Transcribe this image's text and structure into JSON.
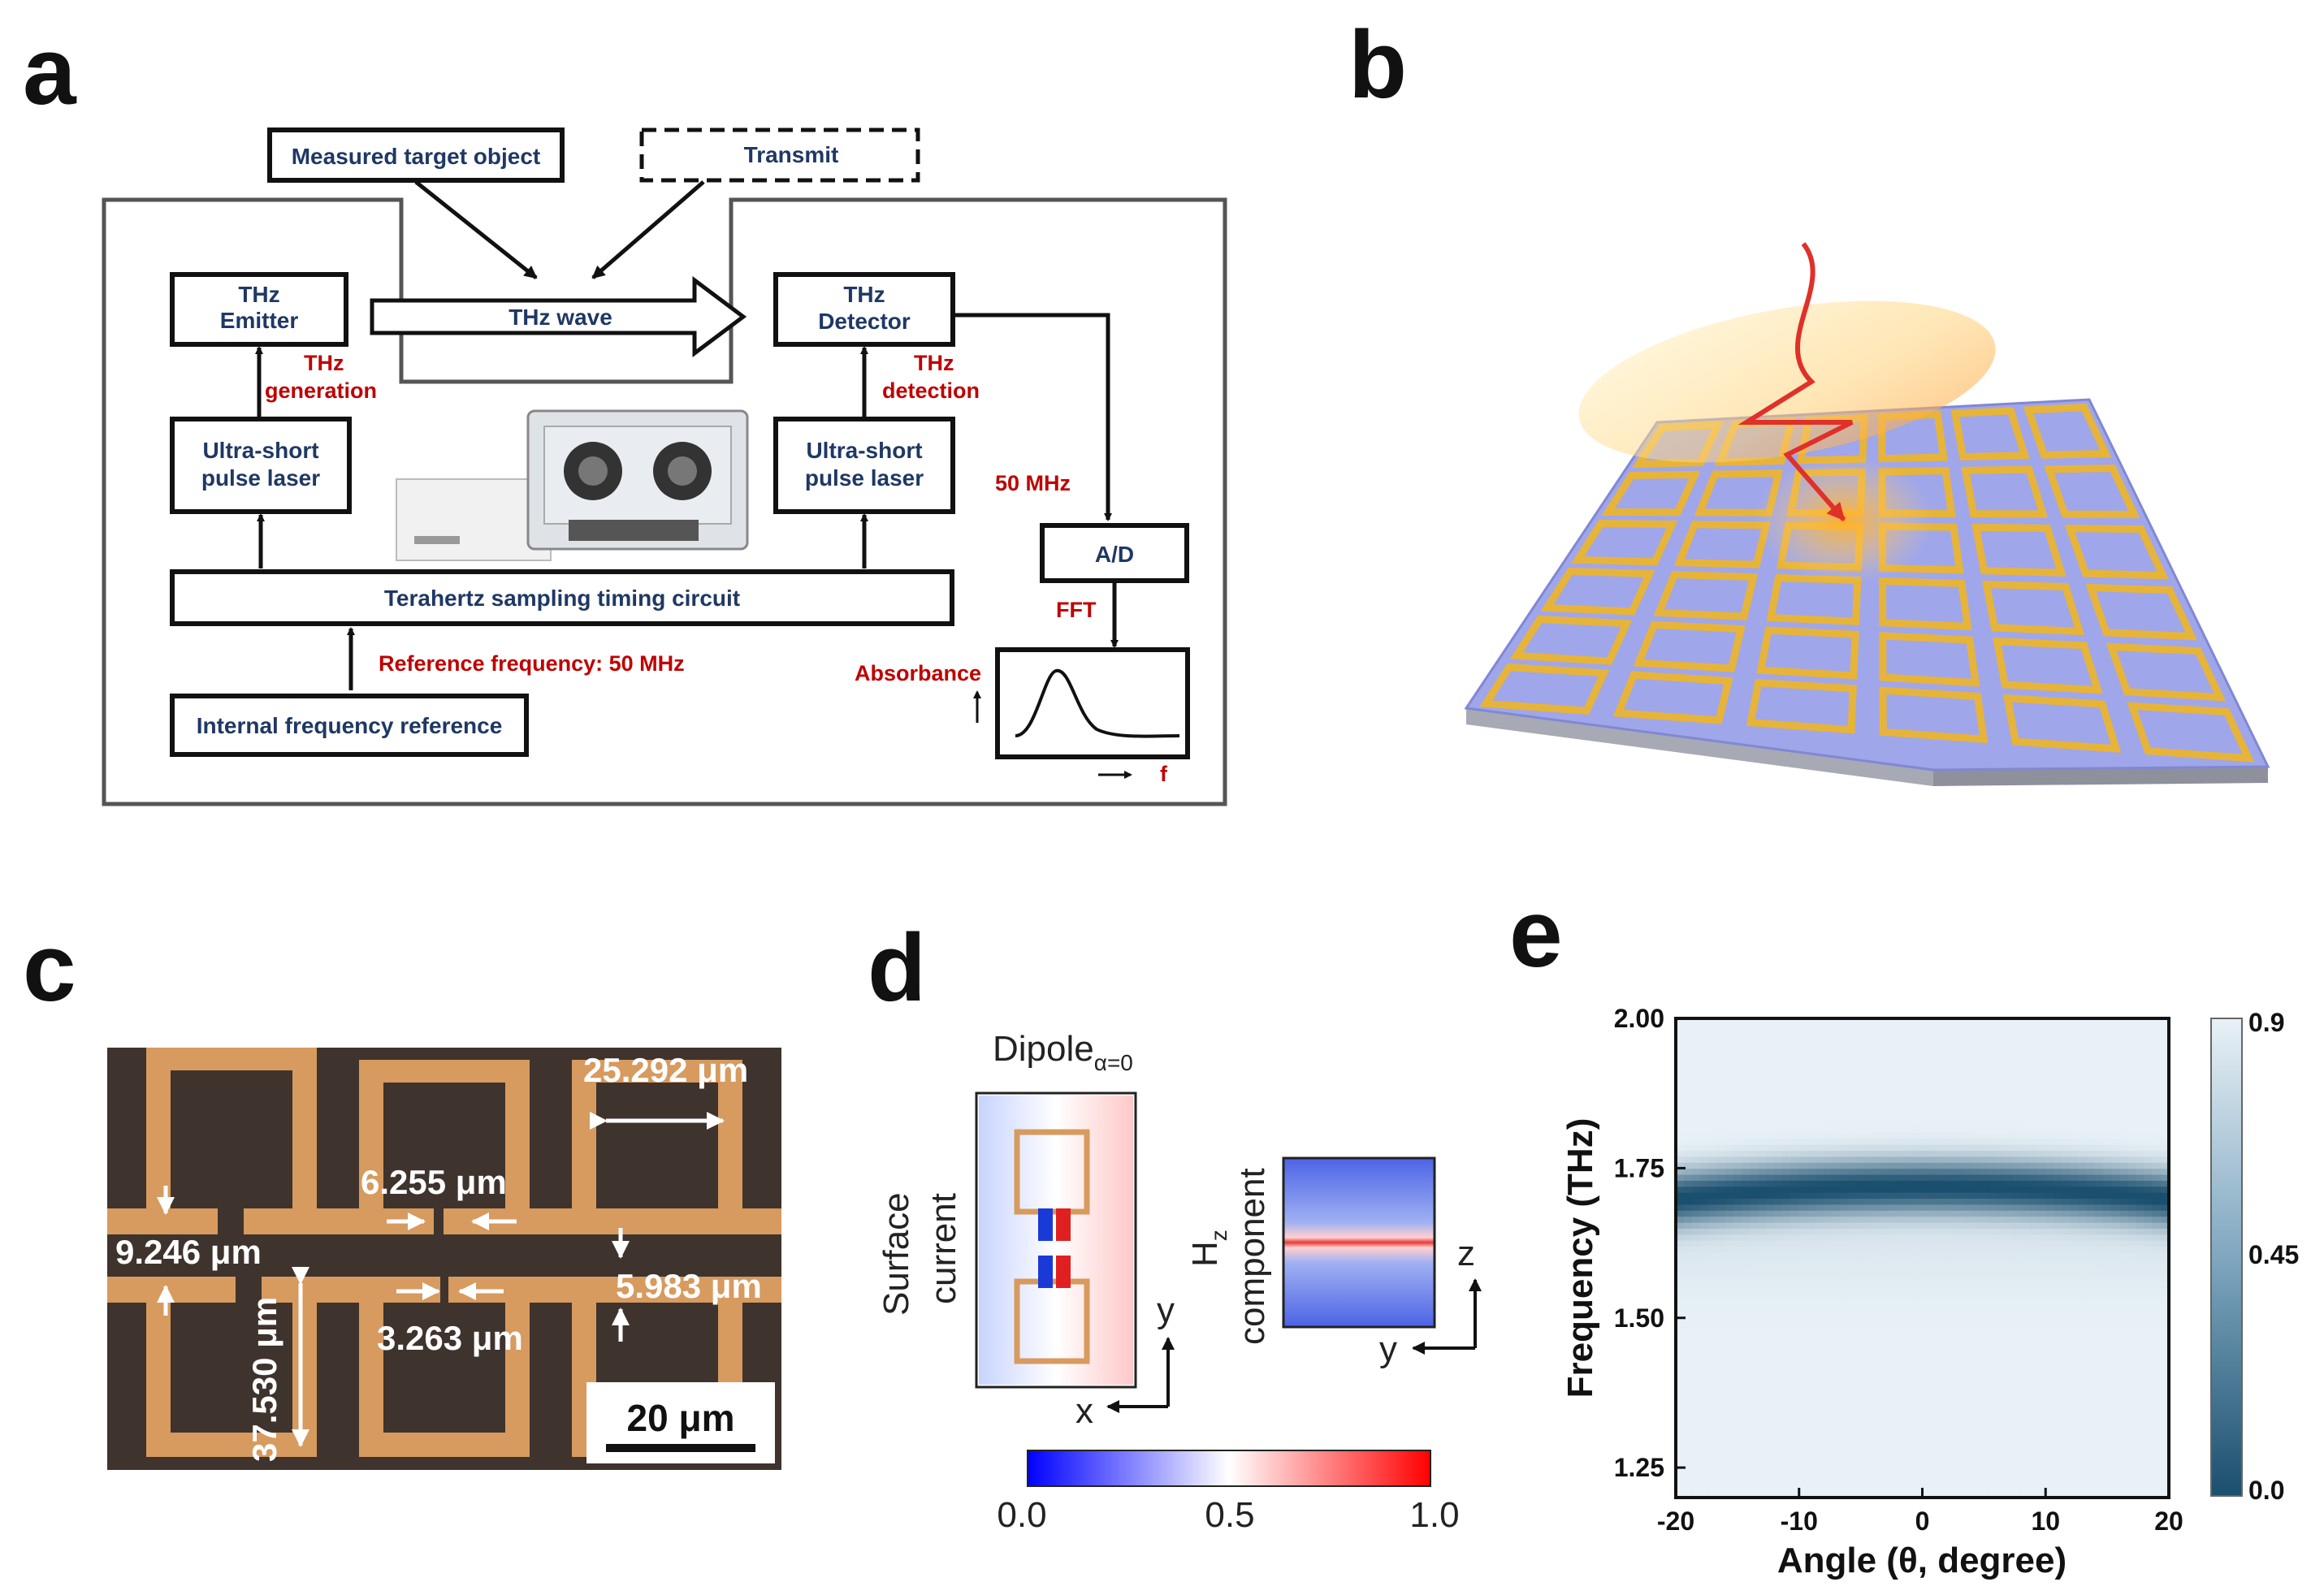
{
  "panels": {
    "a": {
      "label": "a",
      "measured_target": "Measured target object",
      "transmit": "Transmit",
      "emitter_l1": "THz",
      "emitter_l2": "Emitter",
      "wave": "THz wave",
      "detector_l1": "THz",
      "detector_l2": "Detector",
      "generation_l1": "THz",
      "generation_l2": "generation",
      "detection_l1": "THz",
      "detection_l2": "detection",
      "laser_l1": "Ultra-short",
      "laser_l2": "pulse laser",
      "mhz": "50 MHz",
      "ad": "A/D",
      "timing_circuit": "Terahertz sampling timing circuit",
      "fft": "FFT",
      "reference_freq": "Reference frequency: 50 MHz",
      "absorbance": "Absorbance",
      "internal_ref": "Internal frequency reference",
      "f_axis": "f"
    },
    "b": {
      "label": "b"
    },
    "c": {
      "label": "c",
      "dim1": "25.292 μm",
      "dim2": "6.255 μm",
      "dim3": "9.246 μm",
      "dim4": "5.983 μm",
      "dim5": "3.263 μm",
      "dim6": "37.530 μm",
      "scale": "20 μm"
    },
    "d": {
      "label": "d",
      "title_main": "Dipole",
      "title_sub": "α=0",
      "surface_l1": "Surface",
      "surface_l2": "current",
      "hz_main": "H",
      "hz_sub": "z",
      "hz_l2": "component",
      "axis_y": "y",
      "axis_x": "x",
      "axis_z": "z",
      "axis_y2": "y",
      "cbar_ticks": [
        "0.0",
        "0.5",
        "1.0"
      ]
    },
    "e": {
      "label": "e"
    }
  },
  "chart_data": {
    "type": "heatmap",
    "xlabel": "Angle (θ, degree)",
    "ylabel": "Frequency (THz)",
    "xlim": [
      -20,
      20
    ],
    "ylim": [
      1.2,
      2.0
    ],
    "xticks": [
      -20,
      -10,
      0,
      10,
      20
    ],
    "yticks": [
      1.25,
      1.5,
      1.75,
      2.0
    ],
    "ytick_labels": [
      "1.25",
      "1.50",
      "1.75",
      "2.00"
    ],
    "resonance": {
      "frequency_at_0_deg": 1.72,
      "frequency_at_20_deg": 1.7,
      "min_value": 0.0
    },
    "background_value": 0.9,
    "colorbar": {
      "range": [
        0.0,
        0.9
      ],
      "ticks": [
        "0.0",
        "0.45",
        "0.9"
      ],
      "low_color": "#1b4f6e",
      "high_color": "#e8f1f7"
    }
  }
}
